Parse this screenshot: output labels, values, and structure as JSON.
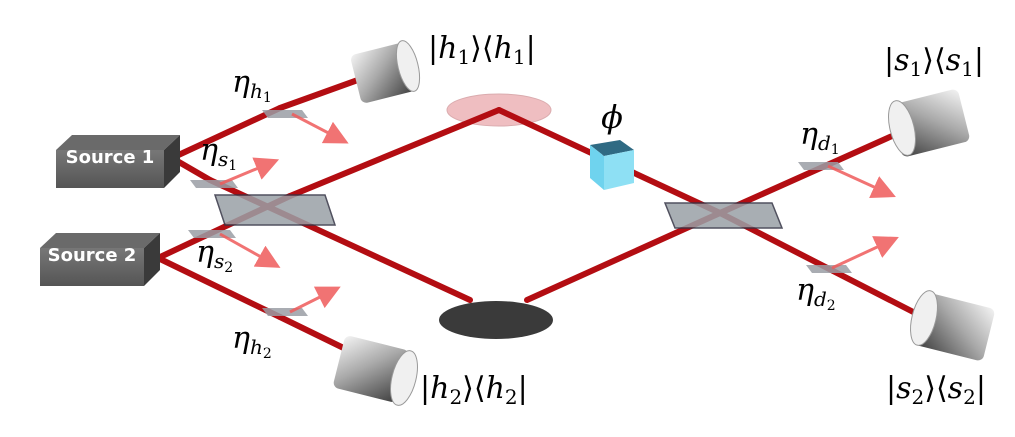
{
  "sources": [
    {
      "label": "Source 1"
    },
    {
      "label": "Source 2"
    }
  ],
  "labels": {
    "eta_h1": {
      "base": "η",
      "sub": "h",
      "subsub": "1"
    },
    "eta_s1": {
      "base": "η",
      "sub": "s",
      "subsub": "1"
    },
    "eta_s2": {
      "base": "η",
      "sub": "s",
      "subsub": "2"
    },
    "eta_h2": {
      "base": "η",
      "sub": "h",
      "subsub": "2"
    },
    "eta_d1": {
      "base": "η",
      "sub": "d",
      "subsub": "1"
    },
    "eta_d2": {
      "base": "η",
      "sub": "d",
      "subsub": "2"
    },
    "phi": "ϕ"
  },
  "detectors": {
    "h1": {
      "bar": "|",
      "sym": "h",
      "idx": "1",
      "mid": "⟩⟨",
      "end": "|"
    },
    "h2": {
      "bar": "|",
      "sym": "h",
      "idx": "2",
      "mid": "⟩⟨",
      "end": "|"
    },
    "s1": {
      "bar": "|",
      "sym": "s",
      "idx": "1",
      "mid": "⟩⟨",
      "end": "|"
    },
    "s2": {
      "bar": "|",
      "sym": "s",
      "idx": "2",
      "mid": "⟩⟨",
      "end": "|"
    }
  },
  "colors": {
    "beam": "#b30d12",
    "leak_arrow": "#ef5b5b",
    "source_box": "#555555",
    "phase_cube": "#6fd3ee"
  }
}
